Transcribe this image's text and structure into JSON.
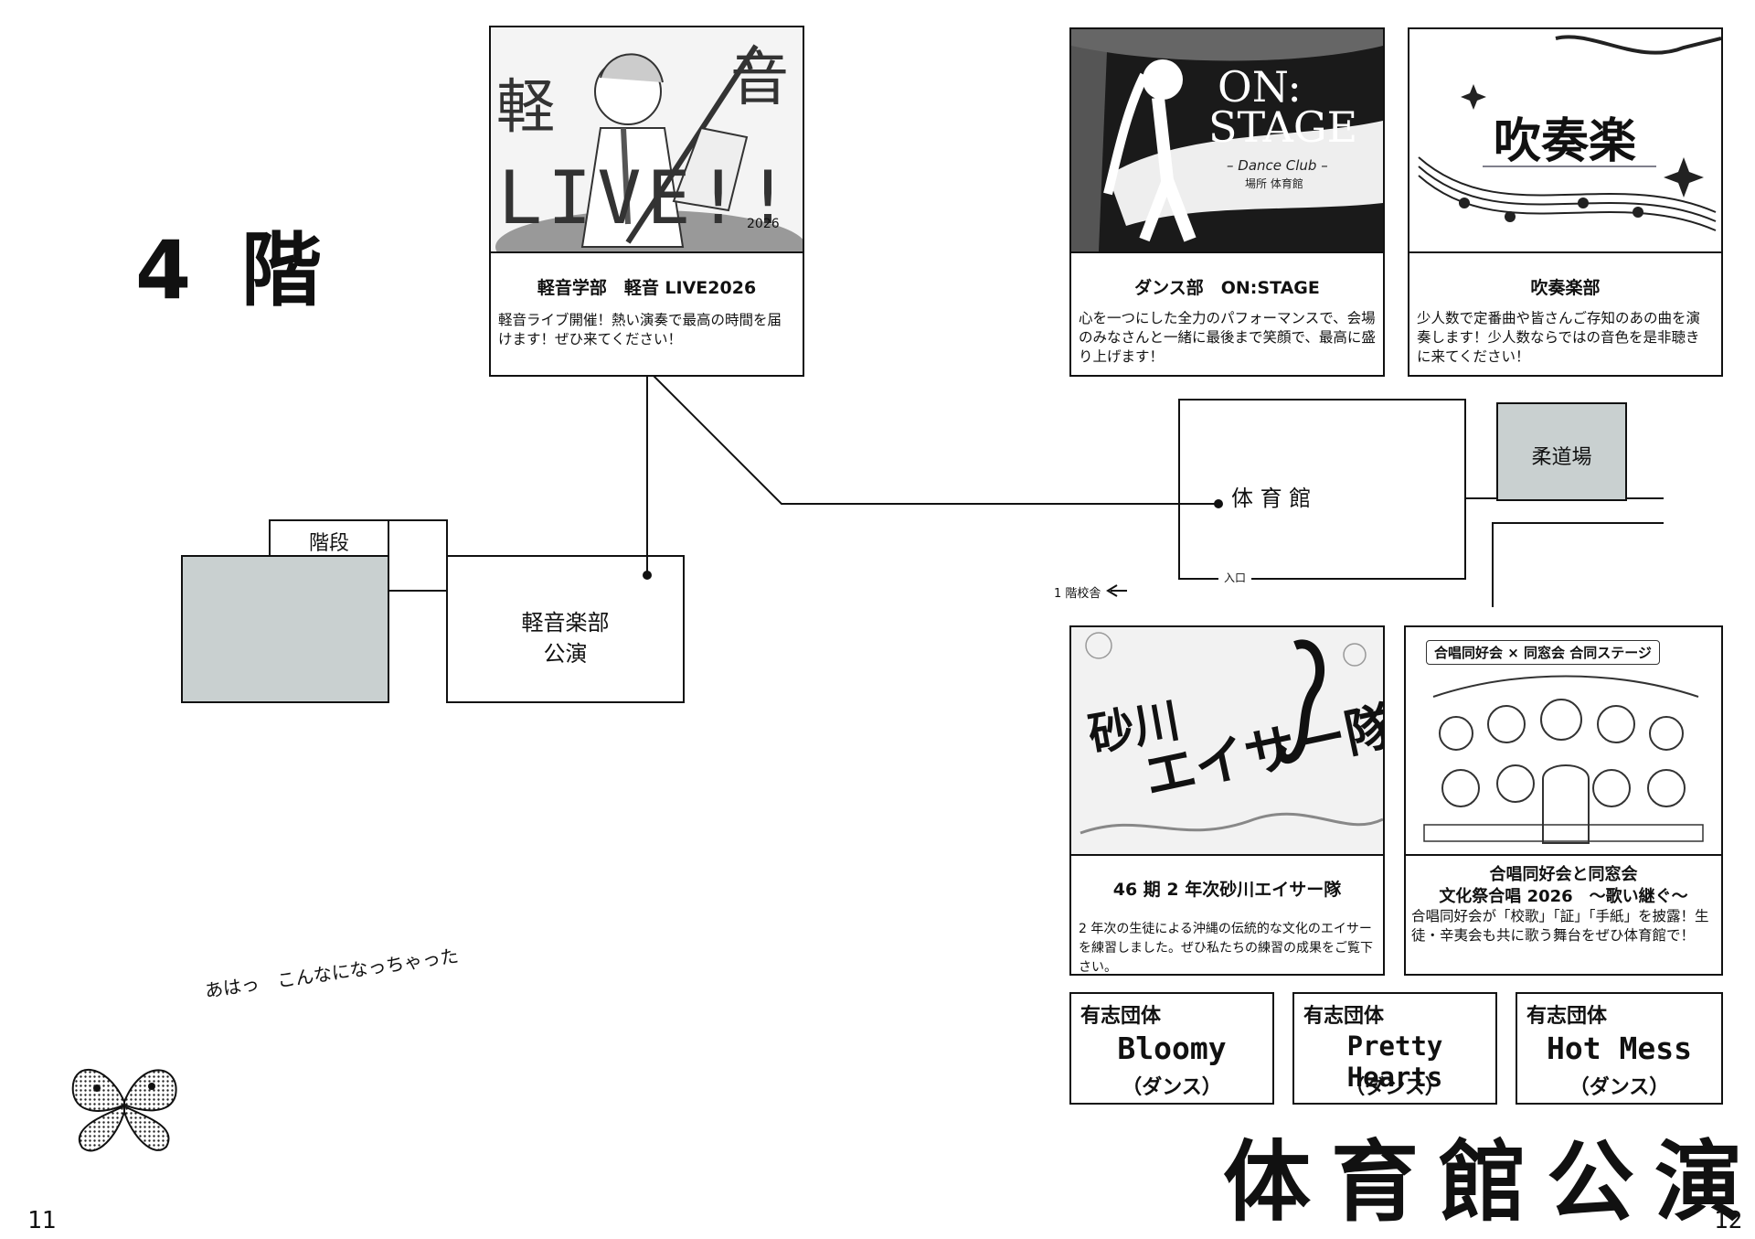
{
  "floor_title": "4 階",
  "page_title": "体育館公演",
  "page_numbers": {
    "left": "11",
    "right": "12"
  },
  "map": {
    "stairs": "階段",
    "keion_room": {
      "line1": "軽音楽部",
      "line2": "公演"
    },
    "gym": "体 育 館",
    "judo": "柔道場",
    "entrance": "入口",
    "to_first_floor": "1 階校舎"
  },
  "cards": [
    {
      "art_text": {
        "big1": "軽",
        "big2": "音",
        "big3": "LIVE!!",
        "year": "2026"
      },
      "title": "軽音学部　軽音 LIVE2026",
      "desc": "軽音ライブ開催！熱い演奏で最高の時間を届けます！ぜひ来てください！"
    },
    {
      "art_text": {
        "line1": "ON:",
        "line2": "STAGE",
        "sub": "– Dance Club –",
        "place": "場所 体育館"
      },
      "title": "ダンス部　ON:STAGE",
      "desc": "心を一つにした全力のパフォーマンスで、会場のみなさんと一緒に最後まで笑顔で、最高に盛り上げます！"
    },
    {
      "art_text": {
        "title": "吹奏楽"
      },
      "title": "吹奏楽部",
      "desc": "少人数で定番曲や皆さんご存知のあの曲を演奏します！少人数ならではの音色を是非聴きに来てください！"
    },
    {
      "art_text": {
        "a": "砂川",
        "b": "エイサー隊"
      },
      "title": "46 期 2 年次砂川エイサー隊",
      "desc": "2 年次の生徒による沖縄の伝統的な文化のエイサーを練習しました。ぜひ私たちの練習の成果をご覧下さい。"
    },
    {
      "art_text": {
        "banner": "合唱同好会 × 同窓会 合同ステージ"
      },
      "title": "合唱同好会と同窓会",
      "subtitle": "文化祭合唱 2026　～歌い継ぐ～",
      "desc": "合唱同好会が「校歌」「証」「手紙」を披露！生徒・辛夷会も共に歌う舞台をぜひ体育館で！"
    }
  ],
  "volunteers": [
    {
      "label": "有志団体",
      "name": "Bloomy",
      "genre": "（ダンス）"
    },
    {
      "label": "有志団体",
      "name": "Pretty Hearts",
      "genre": "（ダンス）"
    },
    {
      "label": "有志団体",
      "name": "Hot Mess",
      "genre": "（ダンス）"
    }
  ],
  "butterfly_caption": "あはっ　こんなになっちゃった"
}
